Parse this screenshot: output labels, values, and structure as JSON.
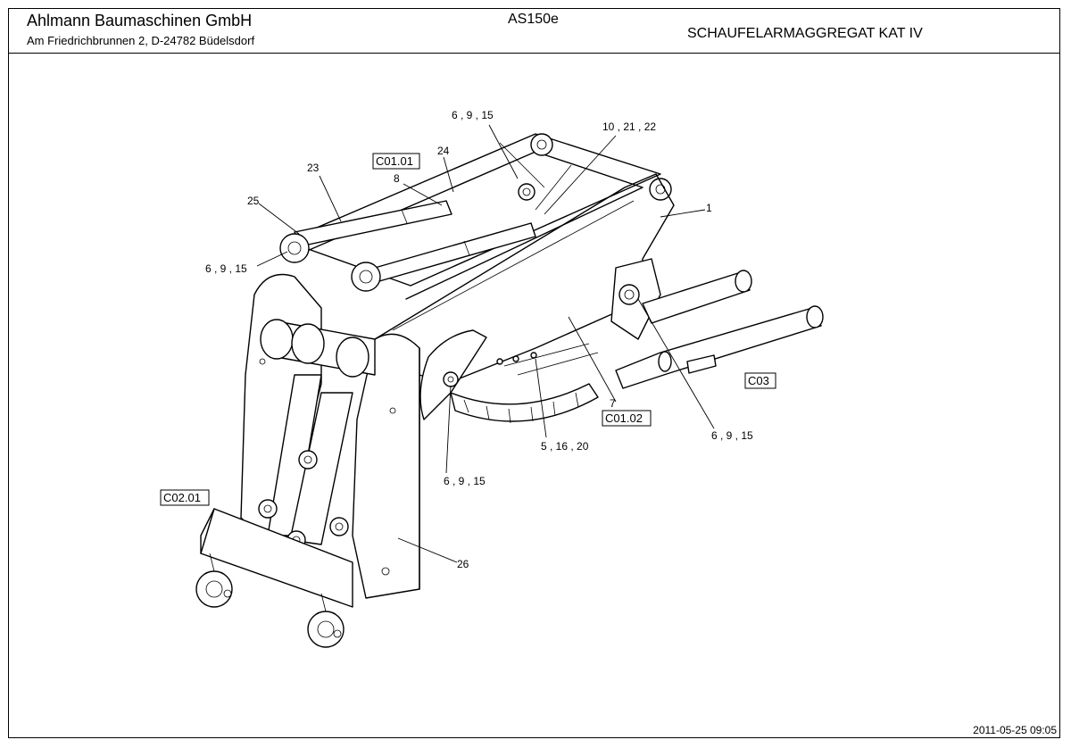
{
  "header": {
    "company": "Ahlmann Baumaschinen GmbH",
    "address": "Am Friedrichbrunnen 2,  D-24782 Büdelsdorf",
    "model": "AS150e",
    "assembly": "SCHAUFELARMAGGREGAT KAT IV"
  },
  "footer": {
    "timestamp": "2011-05-25 09:05"
  },
  "callouts": {
    "c_6_9_15_top": "6 , 9 , 15",
    "c_10_21_22": "10 , 21 , 22",
    "c_24": "24",
    "c_8": "8",
    "c_23": "23",
    "c_25": "25",
    "c_1": "1",
    "c_6_9_15_left": "6 , 9 , 15",
    "c_7": "7",
    "c_5_16_20": "5 , 16 , 20",
    "c_6_9_15_right": "6 , 9 , 15",
    "c_6_9_15_bottom": "6 , 9 , 15",
    "c_26": "26"
  },
  "refs": {
    "c01_01": "C01.01",
    "c01_02": "C01.02",
    "c02_01": "C02.01",
    "c03": "C03"
  }
}
